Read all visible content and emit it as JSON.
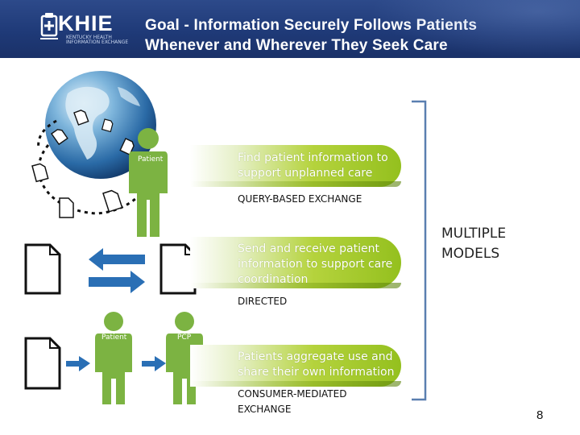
{
  "header": {
    "logo_text": "KHIE",
    "logo_subtext": "KENTUCKY HEALTH INFORMATION EXCHANGE",
    "title_line1": "Goal - Information Securely Follows Patients",
    "title_line2": "Whenever and Wherever They Seek Care"
  },
  "models": [
    {
      "banner_line1": "Find patient information to",
      "banner_line2": "support unplanned care",
      "caption_line1": "QUERY-BASED EXCHANGE",
      "caption_line2": ""
    },
    {
      "banner_line1": "Send and receive patient",
      "banner_line2": "information to support care",
      "banner_line3": "coordination",
      "caption_line1": "DIRECTED",
      "caption_line2": ""
    },
    {
      "banner_line1": "Patients aggregate use and",
      "banner_line2": "share their own information",
      "caption_line1": "CONSUMER-MEDIATED",
      "caption_line2": "EXCHANGE"
    }
  ],
  "figures": {
    "patient_top": "Patient",
    "patient_bottom": "Patient",
    "pcp": "PCP"
  },
  "bracket_label_line1": "MULTIPLE",
  "bracket_label_line2": "MODELS",
  "page_number": "8",
  "colors": {
    "header_blue": "#1f3a78",
    "figure_green": "#7cb342",
    "banner_green": "#94c01e",
    "arrow_blue": "#2a6fb5",
    "bracket_blue": "#5a7fb0"
  }
}
